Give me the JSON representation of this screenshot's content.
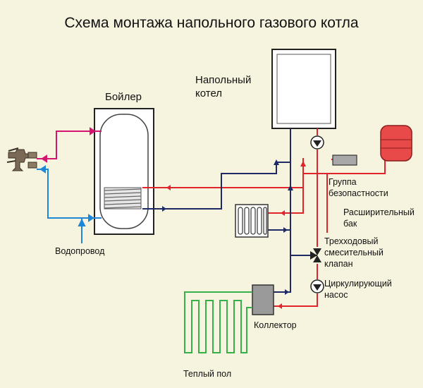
{
  "title": "Схема монтажа напольного газового котла",
  "labels": {
    "boiler_tank": "Бойлер",
    "floor_boiler_line1": "Напольный",
    "floor_boiler_line2": "котел",
    "safety_group_line1": "Группа",
    "safety_group_line2": "безопастности",
    "expansion_tank_line1": "Расширительный",
    "expansion_tank_line2": "бак",
    "three_way_valve_line1": "Трехходовый",
    "three_way_valve_line2": "смесительный",
    "three_way_valve_line3": "клапан",
    "pump_line1": "Циркулирующий",
    "pump_line2": "насос",
    "water_supply": "Водопровод",
    "collector": "Коллектор",
    "underfloor_heating": "Теплый пол"
  },
  "colors": {
    "background": "#f6f4de",
    "supply_pipe": "#e0242b",
    "return_pipe": "#1d2a64",
    "hot_water_pipe": "#d4146e",
    "cold_water_pipe": "#1f86d6",
    "floor_loop": "#36b14a",
    "safety_group_fill": "#a8a8a8",
    "expansion_tank_fill": "#e84a4a",
    "collector_fill": "#9a9a9a"
  },
  "icons": {
    "faucet": "faucet-icon",
    "pump": "pump-icon",
    "valve": "three-way-valve-icon"
  }
}
